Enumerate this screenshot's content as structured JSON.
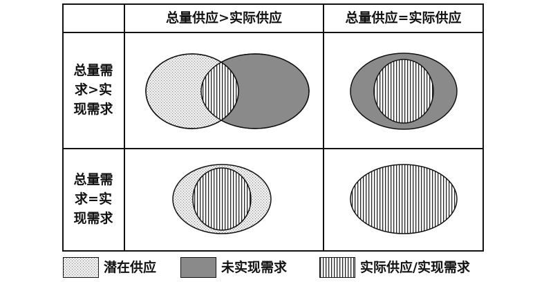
{
  "header": {
    "col1": "总量供应>实际供应",
    "col2": "总量供应=实际供应"
  },
  "rows": {
    "row1_line1": "总量需",
    "row1_line2": "求>实",
    "row1_line3": "现需求",
    "row2_line1": "总量需",
    "row2_line2": "求=实",
    "row2_line3": "现需求"
  },
  "legend": {
    "potential_supply": "潜在供应",
    "unmet_demand": "未实现需求",
    "actual_supply": "实际供应/实现需求"
  },
  "colors": {
    "dotted_base": "#e8e8e8",
    "unmet_fill": "#8a8a8a",
    "line": "#111111"
  }
}
